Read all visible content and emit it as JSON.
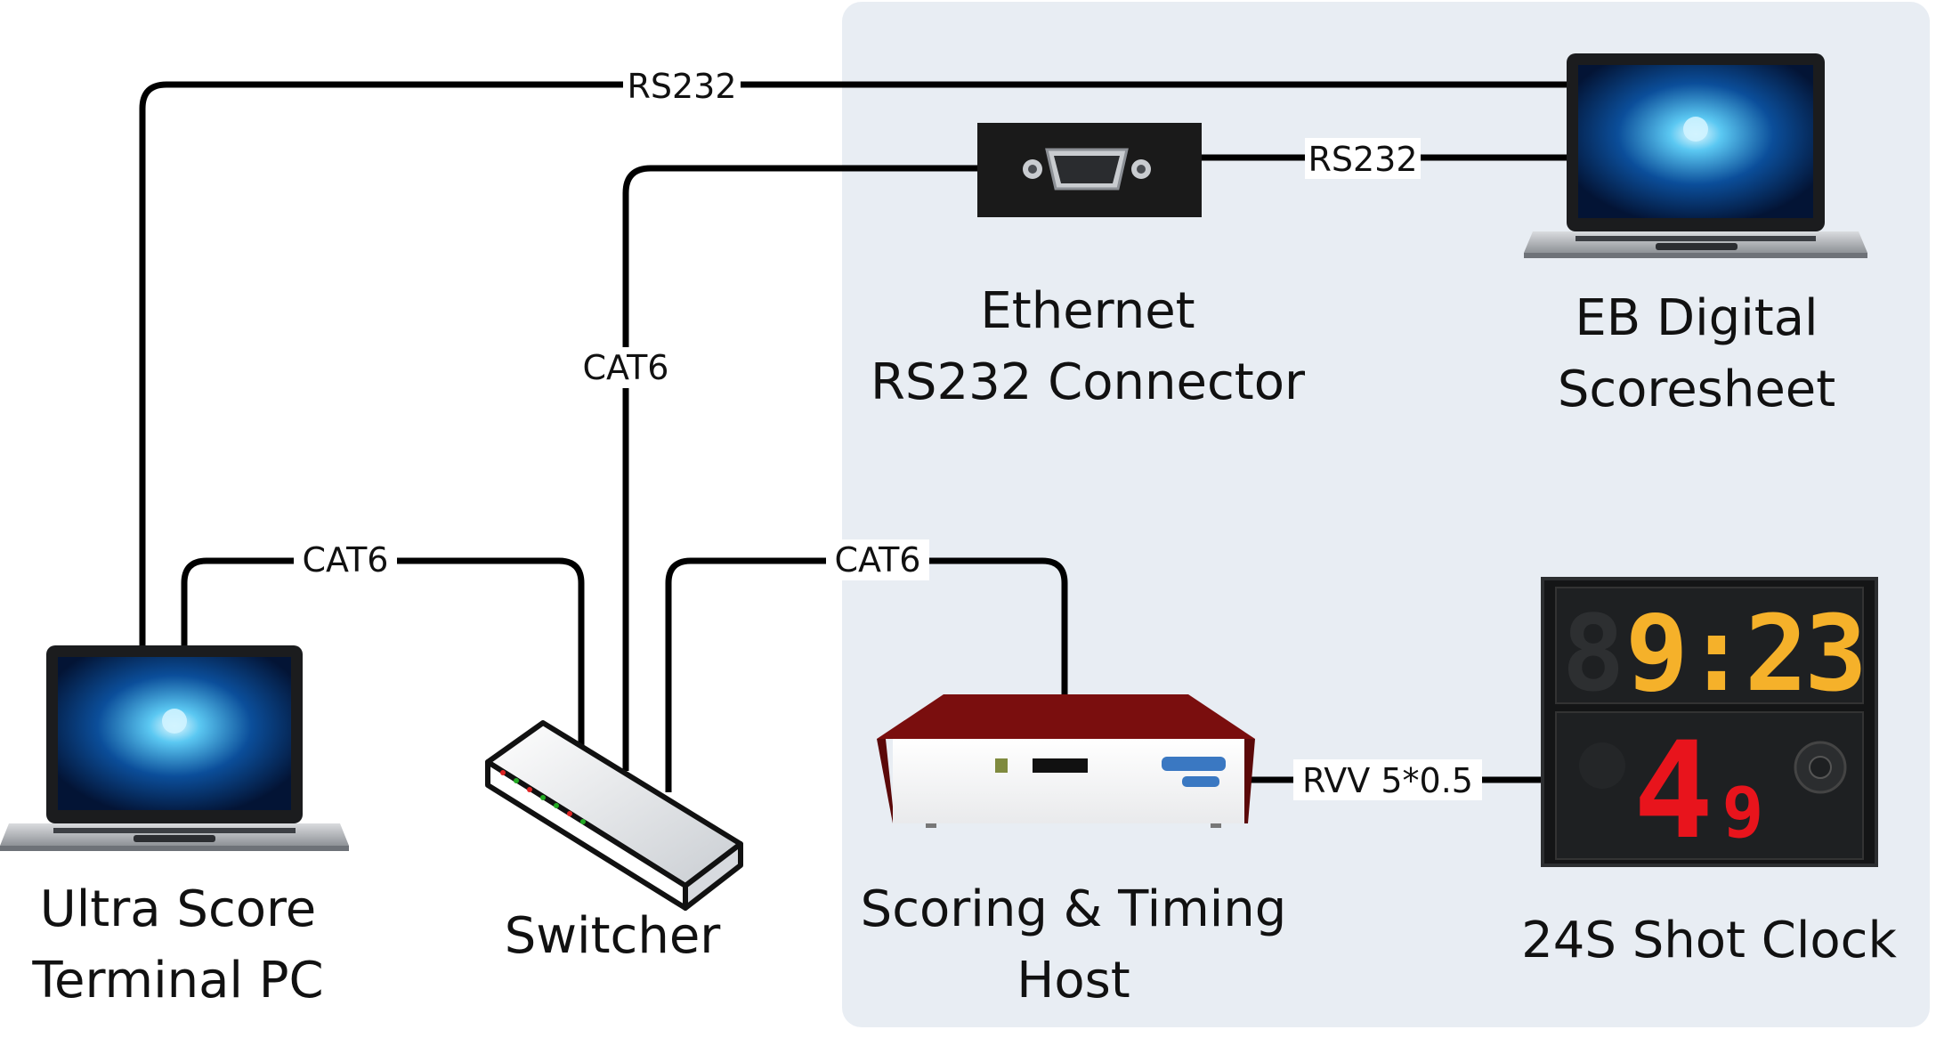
{
  "colors": {
    "panel": "#E8EDF3",
    "wire": "#000000",
    "host_red": "#7A0E0E",
    "clock_orange": "#F5B12A",
    "clock_red": "#E8141C"
  },
  "devices": {
    "terminal_pc": {
      "line1": "Ultra Score",
      "line2": "Terminal PC",
      "icon": "laptop-icon"
    },
    "switcher": {
      "line1": "Switcher",
      "icon": "network-switch-icon"
    },
    "ethernet_connector": {
      "line1": "Ethernet",
      "line2": "RS232 Connector",
      "icon": "db9-connector-icon"
    },
    "digital_scoresheet": {
      "line1": "EB Digital",
      "line2": "Scoresheet",
      "icon": "laptop-icon"
    },
    "scoring_host": {
      "line1": "Scoring & Timing",
      "line2": "Host",
      "icon": "host-box-icon"
    },
    "shot_clock": {
      "line1": "24S Shot Clock",
      "icon": "shot-clock-icon",
      "game_time": "9:23",
      "shot_time_main": "4",
      "shot_time_tenth": "9"
    }
  },
  "connections": {
    "terminal_to_scoresheet": "RS232",
    "connector_to_scoresheet": "RS232",
    "switch_to_connector": "CAT6",
    "terminal_to_switch": "CAT6",
    "switch_to_host": "CAT6",
    "host_to_clock": "RVV 5*0.5"
  }
}
